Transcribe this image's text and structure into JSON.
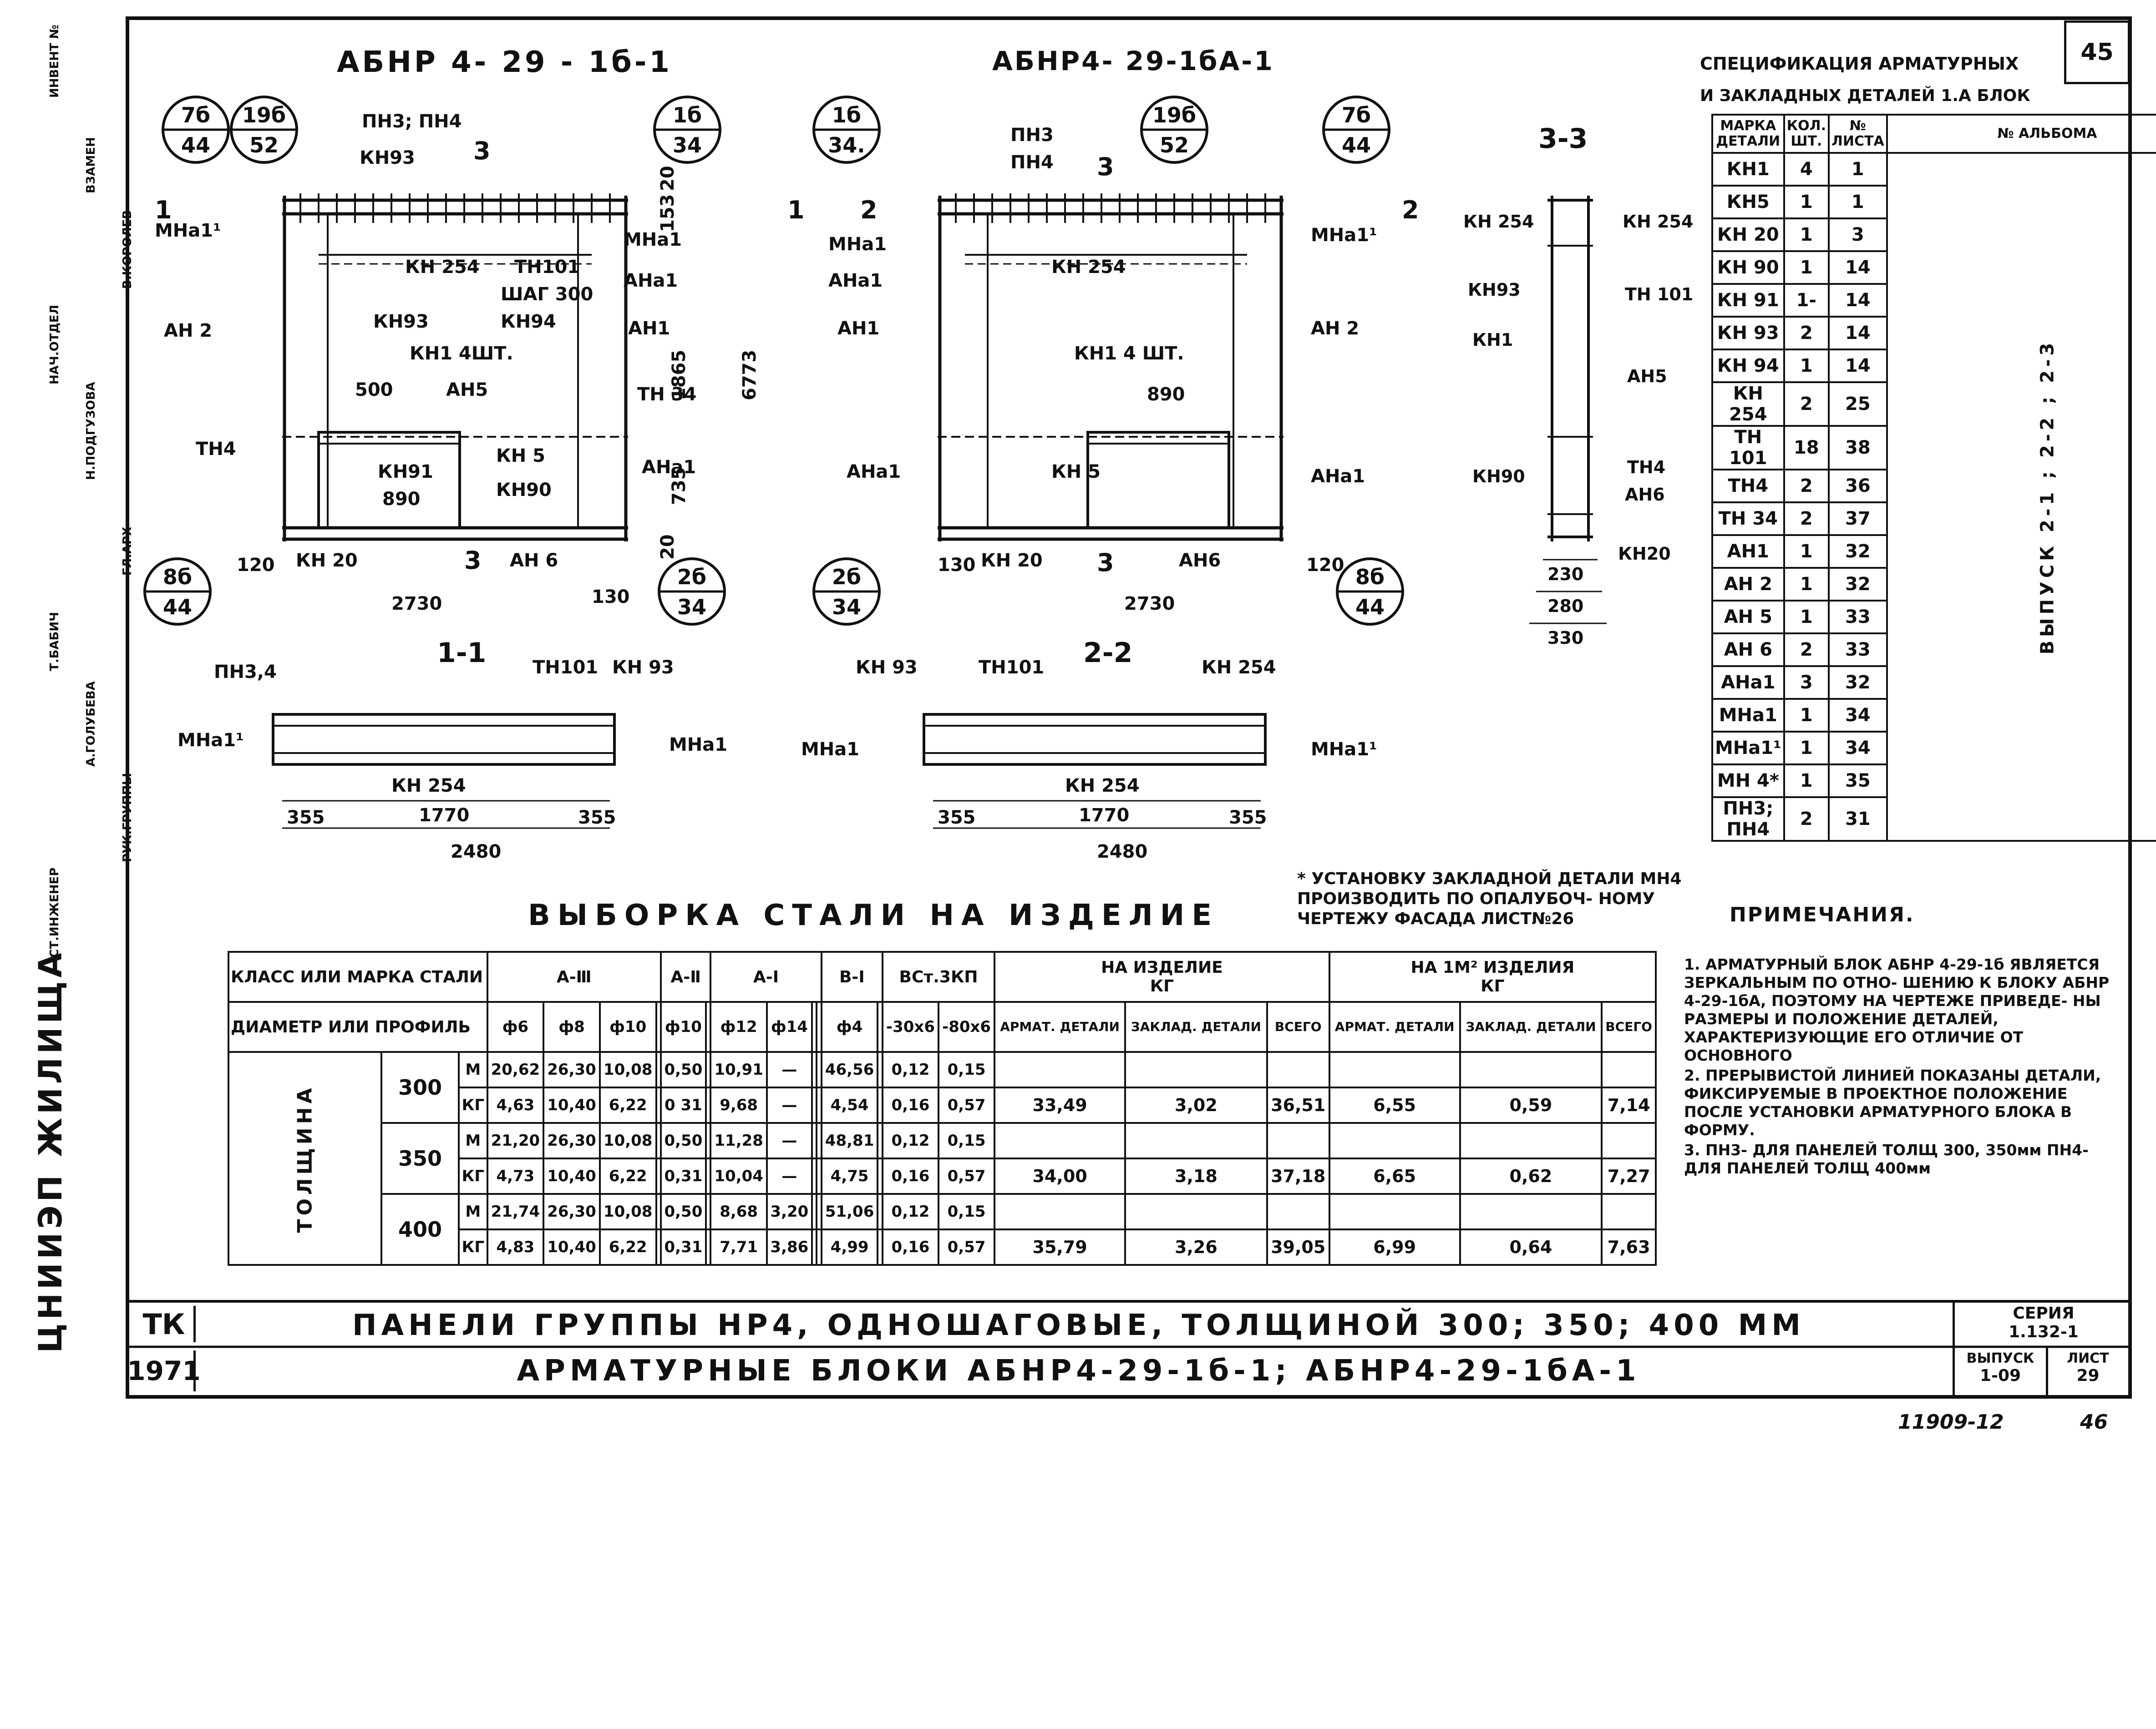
{
  "page_number": "45",
  "sheet_mark_bottom": "11909-12",
  "sheet_number_bottom": "46",
  "drawings": {
    "block1_title": "АБНР 4- 29 - 1б-1",
    "block2_title": "АБНР4- 29-1бА-1",
    "section33_title": "3-3",
    "section11_title": "1-1",
    "section22_title": "2-2",
    "callouts": [
      {
        "num": "7б",
        "sheet": "44"
      },
      {
        "num": "19б",
        "sheet": "52"
      },
      {
        "num": "1б",
        "sheet": "34"
      },
      {
        "num": "8б",
        "sheet": "44"
      },
      {
        "num": "2б",
        "sheet": "34"
      },
      {
        "num": "1б",
        "sheet": "34."
      },
      {
        "num": "19б",
        "sheet": "52"
      },
      {
        "num": "7б",
        "sheet": "44"
      },
      {
        "num": "2б",
        "sheet": "34"
      },
      {
        "num": "8б",
        "sheet": "44"
      }
    ],
    "labels1": [
      "ПН3; ПН4",
      "КН93",
      "КН 254",
      "ТН101",
      "ШАГ 300",
      "МНа1",
      "АНа1",
      "АН1",
      "КН93",
      "КН94",
      "КН1 4ШТ.",
      "500",
      "АН5",
      "ТН 34",
      "ТН4",
      "КН91",
      "КН 5",
      "890",
      "КН90",
      "АНа1",
      "КН 20",
      "АН 6",
      "2730",
      "МНа1¹",
      "АН 2",
      "6773",
      "1865",
      "735",
      "153",
      "20",
      "20",
      "120",
      "130"
    ],
    "labels2": [
      "ПН3",
      "ПН4",
      "КН 254",
      "МНа1",
      "АНа1",
      "АН1",
      "КН1 4 ШТ.",
      "890",
      "КН 5",
      "АНа1",
      "КН 20",
      "АН6",
      "2730",
      "МНа1¹",
      "АН 2",
      "АНа1",
      "130",
      "120"
    ],
    "labels33": [
      "КН 254",
      "КН 254",
      "КН93",
      "ТН 101",
      "КН1",
      "АН5",
      "КН90",
      "ТН4",
      "АН6",
      "КН20",
      "230",
      "280",
      "330"
    ],
    "labels11": [
      "ПН3,4",
      "ТН101",
      "КН 93",
      "МНа1¹",
      "МНа1",
      "КН 254",
      "355",
      "1770",
      "355",
      "2480"
    ],
    "labels22": [
      "КН 93",
      "ТН101",
      "КН 254",
      "МНа1",
      "МНа1¹",
      "КН 254",
      "355",
      "1770",
      "355",
      "2480"
    ],
    "section_markers": [
      "1",
      "1",
      "2",
      "2",
      "3",
      "3",
      "3",
      "3"
    ],
    "footnote": "* УСТАНОВКУ ЗАКЛАДНОЙ ДЕТАЛИ МН4 ПРОИЗВОДИТЬ ПО ОПАЛУБОЧ- НОМУ ЧЕРТЕЖУ ФАСАДА ЛИСТ№26"
  },
  "spec_table": {
    "title_line1": "СПЕЦИФИКАЦИЯ АРМАТУРНЫХ",
    "title_line2": "И ЗАКЛАДНЫХ ДЕТАЛЕЙ 1.А БЛОК",
    "headers": [
      "МАРКА ДЕТАЛИ",
      "КОЛ. ШТ.",
      "№ ЛИСТА",
      "№ АЛЬБОМА"
    ],
    "album_note": "ВЫПУСК 2-1 ; 2-2 ; 2-3",
    "rows": [
      [
        "КН1",
        "4",
        "1"
      ],
      [
        "КН5",
        "1",
        "1"
      ],
      [
        "КН 20",
        "1",
        "3"
      ],
      [
        "КН 90",
        "1",
        "14"
      ],
      [
        "КН 91",
        "1-",
        "14"
      ],
      [
        "КН 93",
        "2",
        "14"
      ],
      [
        "КН 94",
        "1",
        "14"
      ],
      [
        "КН 254",
        "2",
        "25"
      ],
      [
        "ТН 101",
        "18",
        "38"
      ],
      [
        "ТН4",
        "2",
        "36"
      ],
      [
        "ТН 34",
        "2",
        "37"
      ],
      [
        "АН1",
        "1",
        "32"
      ],
      [
        "АН 2",
        "1",
        "32"
      ],
      [
        "АН 5",
        "1",
        "33"
      ],
      [
        "АН 6",
        "2",
        "33"
      ],
      [
        "АНа1",
        "3",
        "32"
      ],
      [
        "МНа1",
        "1",
        "34"
      ],
      [
        "МНа1¹",
        "1",
        "34"
      ],
      [
        "МН 4*",
        "1",
        "35"
      ],
      [
        "ПН3; ПН4",
        "2",
        "31"
      ]
    ]
  },
  "steel_table": {
    "title": "ВЫБОРКА СТАЛИ НА ИЗДЕЛИЕ",
    "class_label": "КЛАСС ИЛИ МАРКА СТАЛИ",
    "diam_label": "ДИАМЕТР ИЛИ ПРОФИЛЬ",
    "thickness_label": "ТОЛЩИНА",
    "classes": [
      "А-Ⅲ",
      "А-Ⅱ",
      "А-Ⅰ",
      "В-Ⅰ",
      "ВСт.3КП"
    ],
    "per_item": "НА ИЗДЕЛИЕ",
    "per_m2": "НА 1М² ИЗДЕЛИЯ",
    "unit": "КГ",
    "diameters": [
      "ф6",
      "ф8",
      "ф10",
      "",
      "ф10",
      "",
      "ф12",
      "ф14",
      "",
      "",
      "ф4",
      "",
      "-30х6",
      "-80х6"
    ],
    "summary_cols": [
      "АРМАТ. ДЕТАЛИ",
      "ЗАКЛАД. ДЕТАЛИ",
      "ВСЕГО",
      "АРМАТ. ДЕТАЛИ",
      "ЗАКЛАД. ДЕТАЛИ",
      "ВСЕГО"
    ],
    "groups": [
      {
        "thick": "300",
        "m": [
          "20,62",
          "26,30",
          "10,08",
          "",
          "0,50",
          "",
          "10,91",
          "—",
          "",
          "",
          "46,56",
          "",
          "0,12",
          "0,15"
        ],
        "kg": [
          "4,63",
          "10,40",
          "6,22",
          "",
          "0 31",
          "",
          "9,68",
          "—",
          "",
          "",
          "4,54",
          "",
          "0,16",
          "0,57"
        ],
        "sum": [
          "33,49",
          "3,02",
          "36,51",
          "6,55",
          "0,59",
          "7,14"
        ]
      },
      {
        "thick": "350",
        "m": [
          "21,20",
          "26,30",
          "10,08",
          "",
          "0,50",
          "",
          "11,28",
          "—",
          "",
          "",
          "48,81",
          "",
          "0,12",
          "0,15"
        ],
        "kg": [
          "4,73",
          "10,40",
          "6,22",
          "",
          "0,31",
          "",
          "10,04",
          "—",
          "",
          "",
          "4,75",
          "",
          "0,16",
          "0,57"
        ],
        "sum": [
          "34,00",
          "3,18",
          "37,18",
          "6,65",
          "0,62",
          "7,27"
        ]
      },
      {
        "thick": "400",
        "m": [
          "21,74",
          "26,30",
          "10,08",
          "",
          "0,50",
          "",
          "8,68",
          "3,20",
          "",
          "",
          "51,06",
          "",
          "0,12",
          "0,15"
        ],
        "kg": [
          "4,83",
          "10,40",
          "6,22",
          "",
          "0,31",
          "",
          "7,71",
          "3,86",
          "",
          "",
          "4,99",
          "",
          "0,16",
          "0,57"
        ],
        "sum": [
          "35,79",
          "3,26",
          "39,05",
          "6,99",
          "0,64",
          "7,63"
        ]
      }
    ],
    "unit_m": "М",
    "unit_kg": "КГ"
  },
  "notes": {
    "title": "ПРИМЕЧАНИЯ.",
    "items": [
      "1. АРМАТУРНЫЙ БЛОК АБНР 4-29-1б ЯВЛЯЕТСЯ ЗЕРКАЛЬНЫМ ПО ОТНО- ШЕНИЮ К БЛОКУ АБНР 4-29-1бА, ПОЭТОМУ НА ЧЕРТЕЖЕ ПРИВЕДЕ- НЫ РАЗМЕРЫ И ПОЛОЖЕНИЕ ДЕТАЛЕЙ, ХАРАКТЕРИЗУЮЩИЕ ЕГО ОТЛИЧИЕ ОТ ОСНОВНОГО",
      "2. ПРЕРЫВИСТОЙ ЛИНИЕЙ ПОКАЗАНЫ ДЕТАЛИ, ФИКСИРУЕМЫЕ В ПРОЕКТНОЕ ПОЛОЖЕНИЕ ПОСЛЕ УСТАНОВКИ АРМАТУРНОГО БЛОКА В ФОРМУ.",
      "3. ПН3- ДЛЯ ПАНЕЛЕЙ ТОЛЩ 300, 350мм ПН4- ДЛЯ ПАНЕЛЕЙ ТОЛЩ 400мм"
    ]
  },
  "title_block": {
    "code1": "ТК",
    "code2": "1971",
    "line1": "ПАНЕЛИ ГРУППЫ НР4, ОДНОШАГОВЫЕ, ТОЛЩИНОЙ 300; 350; 400 ММ",
    "line2": "АРМАТУРНЫЕ БЛОКИ АБНР4-29-1б-1; АБНР4-29-1бА-1",
    "series_label": "СЕРИЯ",
    "series_value": "1.132-1",
    "issue_label": "ВЫПУСК",
    "issue_value": "1-09",
    "sheet_label": "ЛИСТ",
    "sheet_value": "29"
  },
  "side_stamp": {
    "org": "ЦНИИЭП ЖИЛИЩА",
    "rows": [
      "ИНВЕНТ №",
      "ВЗАМЕН",
      "В.КОРОЛЕВ",
      "НАЧ.ОТДЕЛ",
      "Н.ПОДГУЗОВА",
      "ГЛ.АРХ",
      "Т.БАБИЧ",
      "А.ГОЛУБЕВА",
      "РУК.ГРУППЫ",
      "СТ.ИНЖЕНЕР"
    ]
  }
}
